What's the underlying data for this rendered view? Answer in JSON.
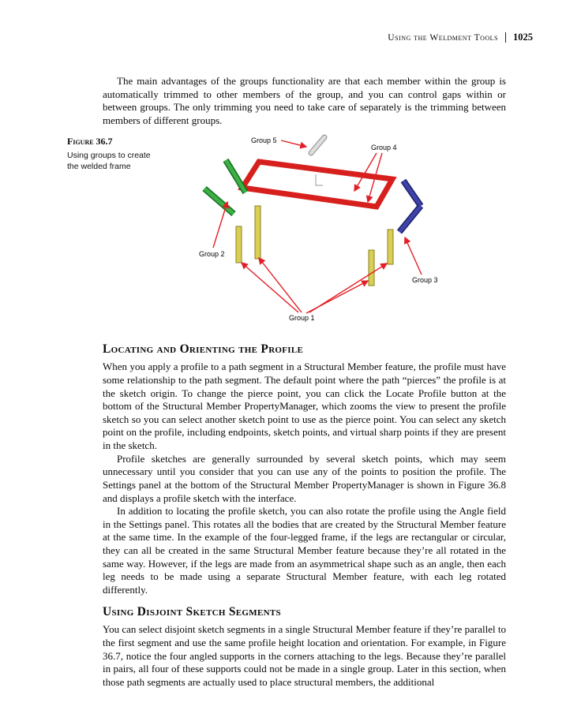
{
  "header": {
    "title": "Using the Weldment Tools",
    "page_number": "1025"
  },
  "intro": "The main advantages of the groups functionality are that each member within the group is automatically trimmed to other members of the group, and you can control gaps within or between groups. The only trimming you need to take care of separately is the trimming between members of different groups.",
  "figure": {
    "label": "Figure 36.7",
    "caption": "Using groups to create the welded frame",
    "labels": {
      "group1": "Group 1",
      "group2": "Group 2",
      "group3": "Group 3",
      "group4": "Group 4",
      "group5": "Group 5"
    },
    "colors": {
      "frame_red": "#d7201d",
      "arrow_red": "#e31f26",
      "support_green_dark": "#156f22",
      "support_green": "#3cb043",
      "support_blue_dark": "#23266e",
      "support_blue": "#3f44ad",
      "leg_yellow": "#d9cf55",
      "leg_yellow_edge": "#8a7f1f",
      "cylinder_gray": "#dedede",
      "cylinder_edge": "#9b9b9b"
    }
  },
  "sections": [
    {
      "heading": "Locating and Orienting the Profile",
      "paragraphs": [
        "When you apply a profile to a path segment in a Structural Member feature, the profile must have some relationship to the path segment. The default point where the path “pierces” the profile is at the sketch origin. To change the pierce point, you can click the Locate Profile button at the bottom of the Structural Member PropertyManager, which zooms the view to present the profile sketch so you can select another sketch point to use as the pierce point. You can select any sketch point on the profile, including endpoints, sketch points, and virtual sharp points if they are present in the sketch.",
        "Profile sketches are generally surrounded by several sketch points, which may seem unnecessary until you consider that you can use any of the points to position the profile. The Settings panel at the bottom of the Structural Member PropertyManager is shown in Figure 36.8 and displays a profile sketch with the interface.",
        "In addition to locating the profile sketch, you can also rotate the profile using the Angle field in the Settings panel. This rotates all the bodies that are created by the Structural Member feature at the same time. In the example of the four-legged frame, if the legs are rectangular or circular, they can all be created in the same Structural Member feature because they’re all rotated in the same way. However, if the legs are made from an asymmetrical shape such as an angle, then each leg needs to be made using a separate Structural Member feature, with each leg rotated differently."
      ]
    },
    {
      "heading": "Using Disjoint Sketch Segments",
      "paragraphs": [
        "You can select disjoint sketch segments in a single Structural Member feature if they’re parallel to the first segment and use the same profile height location and orientation. For example, in Figure 36.7, notice the four angled supports in the corners attaching to the legs. Because they’re parallel in pairs, all four of these supports could not be made in a single group. Later in this section, when those path segments are actually used to place structural members, the additional"
      ]
    }
  ]
}
